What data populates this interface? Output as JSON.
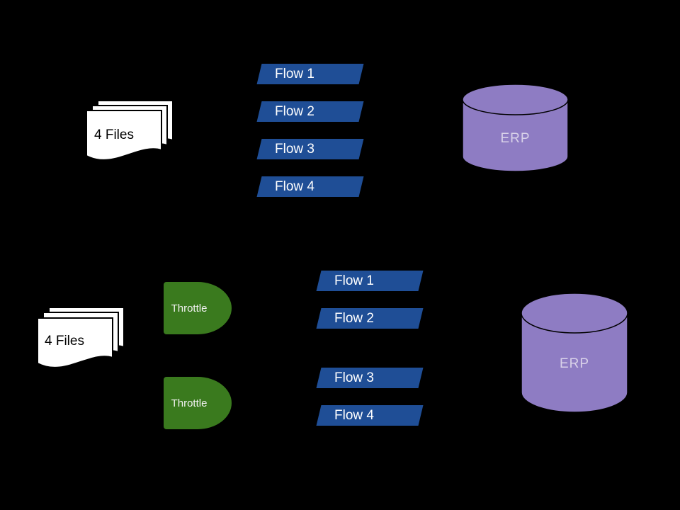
{
  "diagram": {
    "background": "#000000",
    "colors": {
      "flow_blue": "#1F4E96",
      "throttle_green": "#3A7A1E",
      "erp_purple": "#8E7CC3",
      "erp_text": "#D9D2E9",
      "throttle_text": "#F1F1F1",
      "flow_text": "#FFFFFF",
      "files_text": "#000000",
      "page_fill": "#FFFFFF",
      "page_stroke": "#000000"
    },
    "scenario1": {
      "files_label": "4 Files",
      "flows": [
        "Flow 1",
        "Flow 2",
        "Flow 3",
        "Flow 4"
      ],
      "erp_label": "ERP"
    },
    "scenario2": {
      "files_label": "4 Files",
      "throttle1_label": "Throttle",
      "throttle2_label": "Throttle",
      "flows": [
        "Flow 1",
        "Flow 2",
        "Flow 3",
        "Flow 4"
      ],
      "erp_label": "ERP"
    }
  }
}
